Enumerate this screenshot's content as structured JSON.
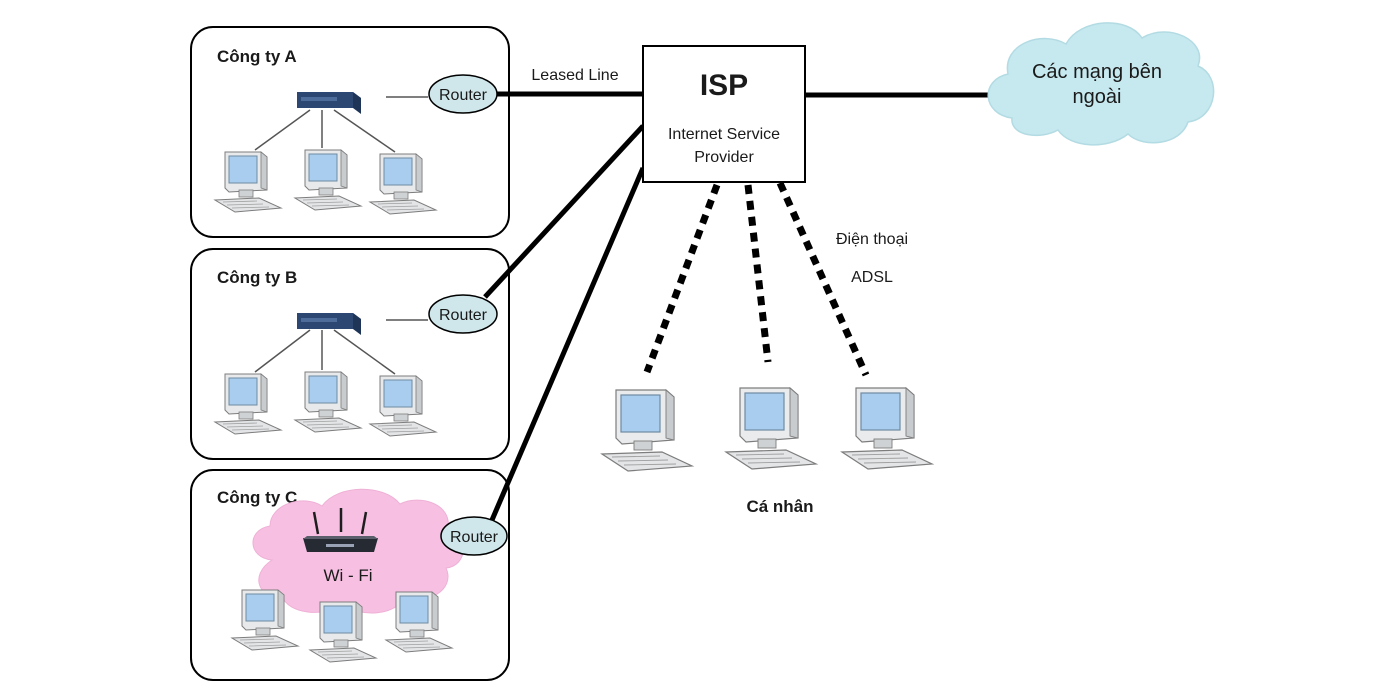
{
  "companies": [
    {
      "name": "Công ty A",
      "router": "Router",
      "hub": "switch"
    },
    {
      "name": "Công ty B",
      "router": "Router",
      "hub": "switch"
    },
    {
      "name": "Công ty C",
      "router": "Router",
      "hub": "wifi",
      "wifi_label": "Wi - Fi"
    }
  ],
  "links": {
    "leased_line": "Leased Line",
    "dialup_line1": "Điện thoại",
    "dialup_line2": "ADSL"
  },
  "isp": {
    "title": "ISP",
    "line1": "Internet Service",
    "line2": "Provider"
  },
  "external": {
    "line1": "Các mạng bên",
    "line2": "ngoài"
  },
  "personal": {
    "label": "Cá nhân"
  },
  "colors": {
    "cloud_external": "#c6e8ef",
    "cloud_wifi": "#f7c0e2",
    "router_fill": "#cfe6ea",
    "screen": "#a9cdee",
    "switch": "#2c4872",
    "line": "#000000"
  }
}
